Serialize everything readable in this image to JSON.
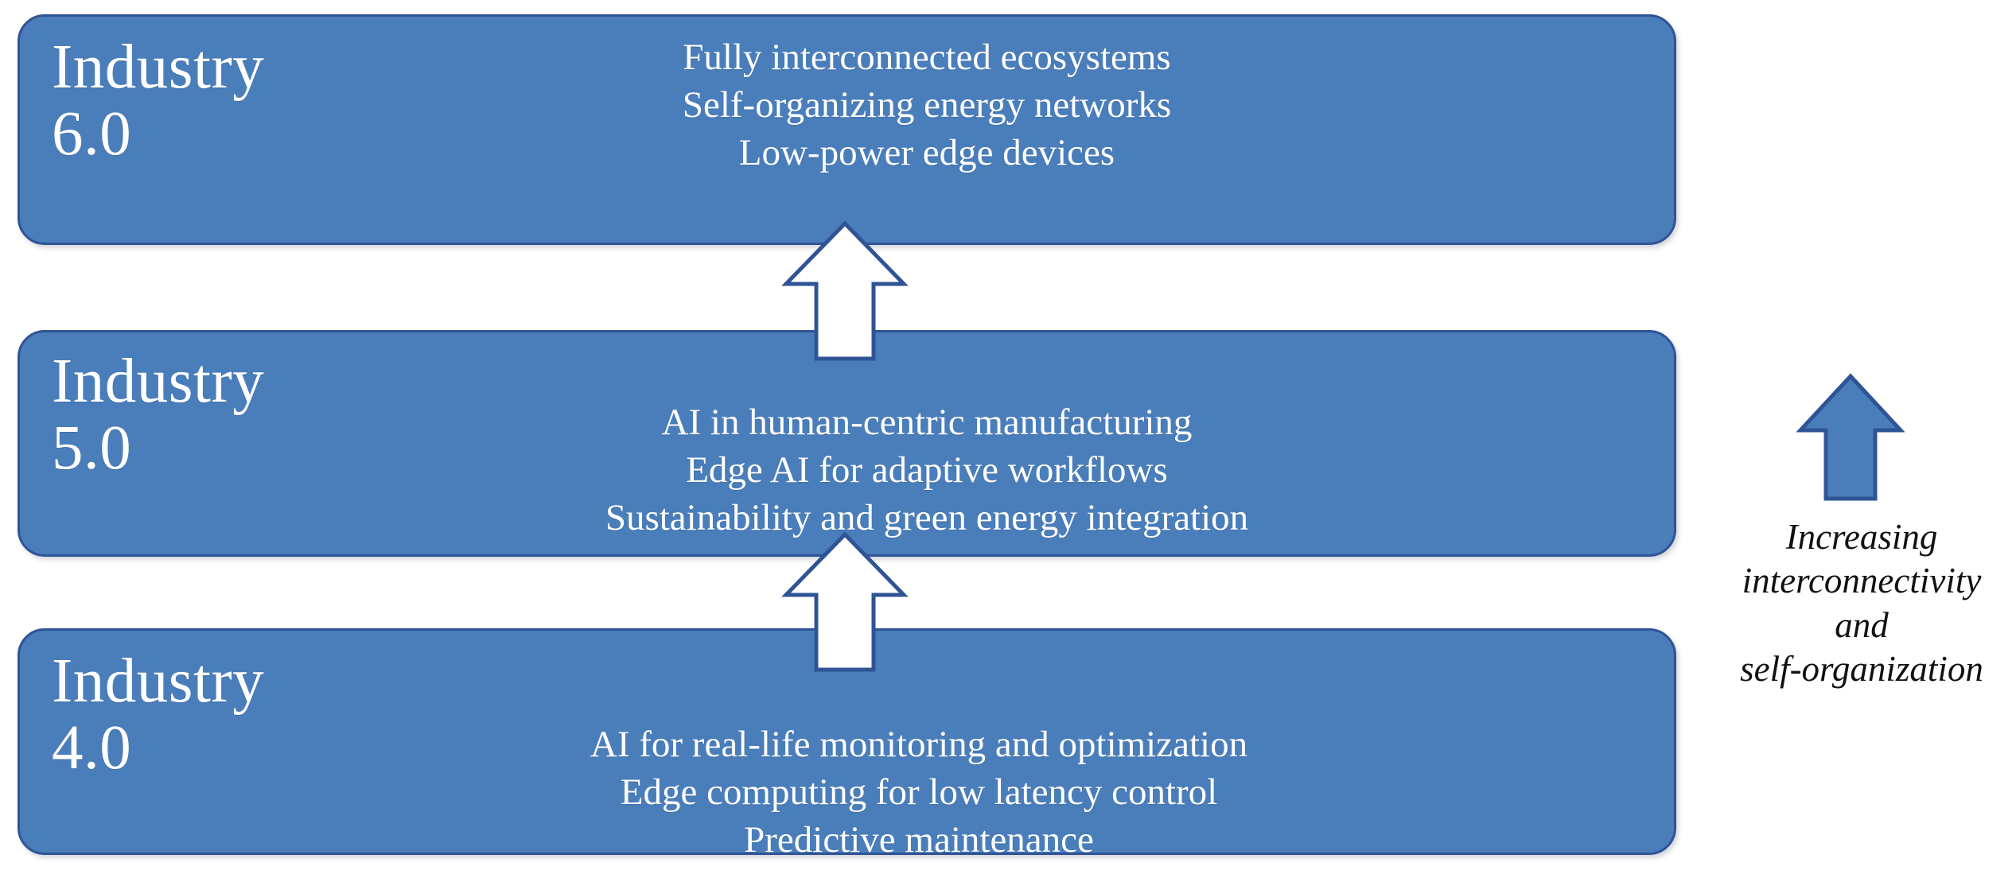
{
  "diagram": {
    "title": "Industry 4.0 to 6.0 evolution",
    "colors": {
      "box_fill": "#4A7EBB",
      "box_border": "#2F5496",
      "box_text": "#FFFFFF",
      "connector_arrow_fill": "#FFFFFF",
      "connector_arrow_stroke": "#2F5496",
      "trend_arrow_fill": "#4A7EBB",
      "trend_arrow_stroke": "#2F5496",
      "caption_text": "#111111",
      "background": "#FFFFFF"
    },
    "levels": [
      {
        "id": "industry-6",
        "label": "Industry\n6.0",
        "label_line1": "Industry",
        "label_line2": "6.0",
        "description": "Fully interconnected ecosystems\nSelf-organizing energy networks\nLow-power edge devices",
        "bullets": [
          "Fully interconnected ecosystems",
          "Self-organizing energy networks",
          "Low-power edge devices"
        ]
      },
      {
        "id": "industry-5",
        "label": "Industry\n5.0",
        "label_line1": "Industry",
        "label_line2": "5.0",
        "description": "AI in human-centric manufacturing\nEdge AI for adaptive workflows\nSustainability and green energy integration",
        "bullets": [
          "AI in human-centric manufacturing",
          "Edge AI for adaptive workflows",
          "Sustainability and green energy integration"
        ]
      },
      {
        "id": "industry-4",
        "label": "Industry\n4.0",
        "label_line1": "Industry",
        "label_line2": "4.0",
        "description": "AI for real-life monitoring and optimization\nEdge computing for low latency control\nPredictive maintenance",
        "bullets": [
          "AI for real-life monitoring and optimization",
          "Edge computing for low latency control",
          "Predictive maintenance"
        ]
      }
    ],
    "connectors": [
      {
        "id": "arrow-4-to-5",
        "icon": "up-arrow-icon",
        "from": "Industry 4.0",
        "to": "Industry 5.0"
      },
      {
        "id": "arrow-5-to-6",
        "icon": "up-arrow-icon",
        "from": "Industry 5.0",
        "to": "Industry 6.0"
      }
    ],
    "trend": {
      "icon": "up-arrow-icon",
      "caption": "Increasing\ninterconnectivity\nand\nself-organization",
      "caption_lines": [
        "Increasing",
        "interconnectivity",
        "and",
        "self-organization"
      ]
    }
  }
}
